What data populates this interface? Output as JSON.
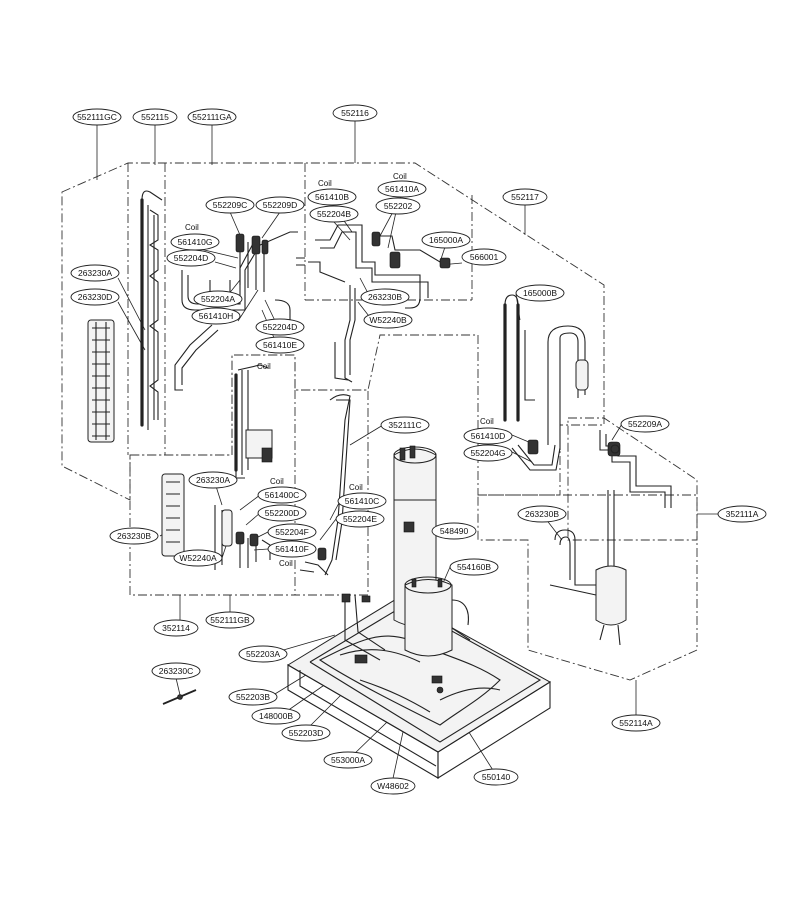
{
  "diagram": {
    "labels": [
      {
        "id": "552116",
        "text": "552116"
      },
      {
        "id": "552111GC",
        "text": "552111GC"
      },
      {
        "id": "552115",
        "text": "552115"
      },
      {
        "id": "552111GA",
        "text": "552111GA"
      },
      {
        "id": "552117",
        "text": "552117"
      },
      {
        "id": "561410G",
        "text": "561410G"
      },
      {
        "id": "552209C",
        "text": "552209C"
      },
      {
        "id": "552209D",
        "text": "552209D"
      },
      {
        "id": "552204D-top",
        "text": "552204D"
      },
      {
        "id": "561410B",
        "text": "561410B"
      },
      {
        "id": "561410A",
        "text": "561410A"
      },
      {
        "id": "552204B",
        "text": "552204B"
      },
      {
        "id": "552202",
        "text": "552202"
      },
      {
        "id": "165000A",
        "text": "165000A"
      },
      {
        "id": "566001",
        "text": "566001"
      },
      {
        "id": "263230A-left",
        "text": "263230A"
      },
      {
        "id": "263230D",
        "text": "263230D"
      },
      {
        "id": "552204A",
        "text": "552204A"
      },
      {
        "id": "561410H",
        "text": "561410H"
      },
      {
        "id": "552204D-mid",
        "text": "552204D"
      },
      {
        "id": "561410E",
        "text": "561410E"
      },
      {
        "id": "263230B-mid",
        "text": "263230B"
      },
      {
        "id": "W52240B",
        "text": "W52240B"
      },
      {
        "id": "165000B",
        "text": "165000B"
      },
      {
        "id": "352111C",
        "text": "352111C"
      },
      {
        "id": "561410D",
        "text": "561410D"
      },
      {
        "id": "552204G",
        "text": "552204G"
      },
      {
        "id": "552209A",
        "text": "552209A"
      },
      {
        "id": "263230A-low",
        "text": "263230A"
      },
      {
        "id": "561400C",
        "text": "561400C"
      },
      {
        "id": "552200D",
        "text": "552200D"
      },
      {
        "id": "552204F",
        "text": "552204F"
      },
      {
        "id": "561410F",
        "text": "561410F"
      },
      {
        "id": "561410C",
        "text": "561410C"
      },
      {
        "id": "552204E",
        "text": "552204E"
      },
      {
        "id": "263230B-left",
        "text": "263230B"
      },
      {
        "id": "W52240A",
        "text": "W52240A"
      },
      {
        "id": "548490",
        "text": "548490"
      },
      {
        "id": "263230B-right",
        "text": "263230B"
      },
      {
        "id": "352111A",
        "text": "352111A"
      },
      {
        "id": "554160B",
        "text": "554160B"
      },
      {
        "id": "352114",
        "text": "352114"
      },
      {
        "id": "552111GB",
        "text": "552111GB"
      },
      {
        "id": "552203A",
        "text": "552203A"
      },
      {
        "id": "263230C",
        "text": "263230C"
      },
      {
        "id": "552203B",
        "text": "552203B"
      },
      {
        "id": "148000B",
        "text": "148000B"
      },
      {
        "id": "552203D",
        "text": "552203D"
      },
      {
        "id": "553000A",
        "text": "553000A"
      },
      {
        "id": "W48602",
        "text": "W48602"
      },
      {
        "id": "550140",
        "text": "550140"
      },
      {
        "id": "552114A",
        "text": "552114A"
      }
    ],
    "coil_text": "Coil"
  }
}
